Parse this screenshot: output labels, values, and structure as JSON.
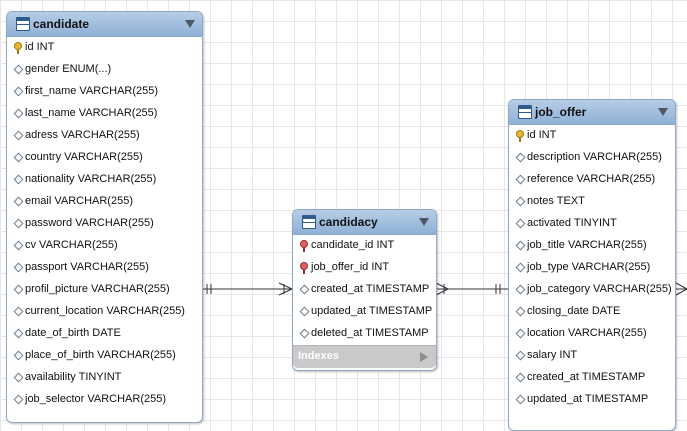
{
  "tables": {
    "candidate": {
      "title": "candidate",
      "columns": [
        {
          "text": "id INT",
          "key": "pk"
        },
        {
          "text": "gender ENUM(...)",
          "key": "none"
        },
        {
          "text": "first_name VARCHAR(255)",
          "key": "none"
        },
        {
          "text": "last_name VARCHAR(255)",
          "key": "none"
        },
        {
          "text": "adress VARCHAR(255)",
          "key": "none"
        },
        {
          "text": "country VARCHAR(255)",
          "key": "none"
        },
        {
          "text": "nationality VARCHAR(255)",
          "key": "none"
        },
        {
          "text": "email VARCHAR(255)",
          "key": "none"
        },
        {
          "text": "password VARCHAR(255)",
          "key": "none"
        },
        {
          "text": "cv VARCHAR(255)",
          "key": "none"
        },
        {
          "text": "passport VARCHAR(255)",
          "key": "none"
        },
        {
          "text": "profil_picture VARCHAR(255)",
          "key": "none"
        },
        {
          "text": "current_location VARCHAR(255)",
          "key": "none"
        },
        {
          "text": "date_of_birth DATE",
          "key": "none"
        },
        {
          "text": "place_of_birth VARCHAR(255)",
          "key": "none"
        },
        {
          "text": "availability TINYINT",
          "key": "none"
        },
        {
          "text": "job_selector VARCHAR(255)",
          "key": "none"
        }
      ]
    },
    "candidacy": {
      "title": "candidacy",
      "columns": [
        {
          "text": "candidate_id INT",
          "key": "fk"
        },
        {
          "text": "job_offer_id INT",
          "key": "fk"
        },
        {
          "text": "created_at TIMESTAMP",
          "key": "none"
        },
        {
          "text": "updated_at TIMESTAMP",
          "key": "none"
        },
        {
          "text": "deleted_at TIMESTAMP",
          "key": "none"
        }
      ],
      "indexes_label": "Indexes"
    },
    "job_offer": {
      "title": "job_offer",
      "columns": [
        {
          "text": "id INT",
          "key": "pk"
        },
        {
          "text": "description VARCHAR(255)",
          "key": "none"
        },
        {
          "text": "reference VARCHAR(255)",
          "key": "none"
        },
        {
          "text": "notes TEXT",
          "key": "none"
        },
        {
          "text": "activated TINYINT",
          "key": "none"
        },
        {
          "text": "job_title VARCHAR(255)",
          "key": "none"
        },
        {
          "text": "job_type VARCHAR(255)",
          "key": "none"
        },
        {
          "text": "job_category VARCHAR(255)",
          "key": "none"
        },
        {
          "text": "closing_date DATE",
          "key": "none"
        },
        {
          "text": "location VARCHAR(255)",
          "key": "none"
        },
        {
          "text": "salary INT",
          "key": "none"
        },
        {
          "text": "created_at TIMESTAMP",
          "key": "none"
        },
        {
          "text": "updated_at TIMESTAMP",
          "key": "none"
        }
      ]
    }
  },
  "icons": {
    "table": "table-icon",
    "primary_key": "primary-key-icon",
    "foreign_key": "foreign-key-icon",
    "column": "column-diamond-icon",
    "collapse": "collapse-arrow-icon",
    "indexes_expand": "expand-arrow-icon"
  },
  "colors": {
    "header": "#9fbfe0",
    "border": "#8fa9c4",
    "primary_key": "#e8b92c",
    "foreign_key": "#e06060",
    "connector": "#333333"
  }
}
